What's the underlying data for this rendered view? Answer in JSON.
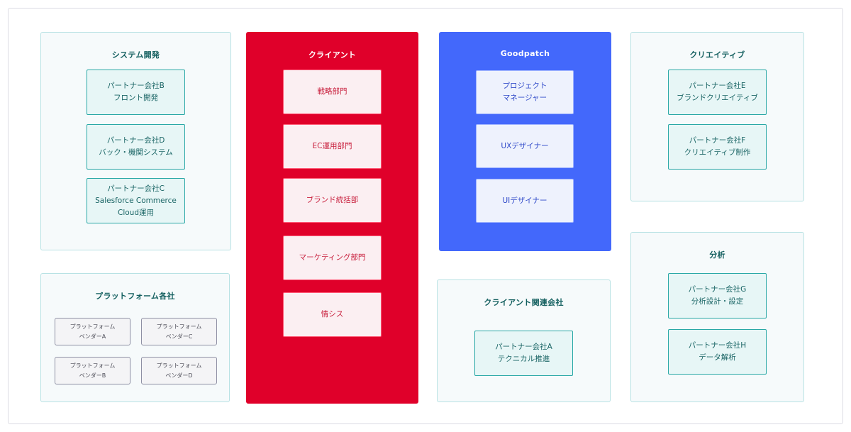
{
  "diagram": {
    "colors": {
      "partner_bg": "#f6fafb",
      "partner_border": "#b8e2e4",
      "partner_title": "#135f5f",
      "teal_card_bg": "#e7f6f6",
      "teal_card_border": "#2aa8a6",
      "client_red": "#e0002a",
      "client_card_bg": "#fbeff2",
      "client_card_text": "#c81e3c",
      "goodpatch_blue": "#4368fb",
      "goodpatch_card_bg": "#eef2fd",
      "goodpatch_card_text": "#2f49c9",
      "vendor_card_bg": "#f4f4f6",
      "vendor_card_border": "#8e90a4"
    },
    "system_dev": {
      "title": "システム開発",
      "cards": [
        {
          "line1": "パートナー会社B",
          "line2": "フロント開発"
        },
        {
          "line1": "パートナー会社D",
          "line2": "バック・機関システム"
        },
        {
          "line1": "パートナー会社C",
          "line2": "Salesforce Commerce",
          "line3": "Cloud運用"
        }
      ]
    },
    "platforms": {
      "title": "プラットフォーム各社",
      "cards": [
        {
          "line1": "プラットフォーム",
          "line2": "ベンダーA"
        },
        {
          "line1": "プラットフォーム",
          "line2": "ベンダーC"
        },
        {
          "line1": "プラットフォーム",
          "line2": "ベンダーB"
        },
        {
          "line1": "プラットフォーム",
          "line2": "ベンダーD"
        }
      ]
    },
    "client": {
      "title": "クライアント",
      "cards": [
        {
          "line1": "戦略部門"
        },
        {
          "line1": "EC運用部門"
        },
        {
          "line1": "ブランド統括部"
        },
        {
          "line1": "マーケティング部門"
        },
        {
          "line1": "情シス"
        }
      ]
    },
    "goodpatch": {
      "title": "Goodpatch",
      "cards": [
        {
          "line1": "プロジェクト",
          "line2": "マネージャー"
        },
        {
          "line1": "UXデザイナー"
        },
        {
          "line1": "UIデザイナー"
        }
      ]
    },
    "client_affiliate": {
      "title": "クライアント関連会社",
      "cards": [
        {
          "line1": "パートナー会社A",
          "line2": "テクニカル推進"
        }
      ]
    },
    "creative": {
      "title": "クリエイティブ",
      "cards": [
        {
          "line1": "パートナー会社E",
          "line2": "ブランドクリエイティブ"
        },
        {
          "line1": "パートナー会社F",
          "line2": "クリエイティブ制作"
        }
      ]
    },
    "analytics": {
      "title": "分析",
      "cards": [
        {
          "line1": "パートナー会社G",
          "line2": "分析設計・設定"
        },
        {
          "line1": "パートナー会社H",
          "line2": "データ解析"
        }
      ]
    }
  }
}
